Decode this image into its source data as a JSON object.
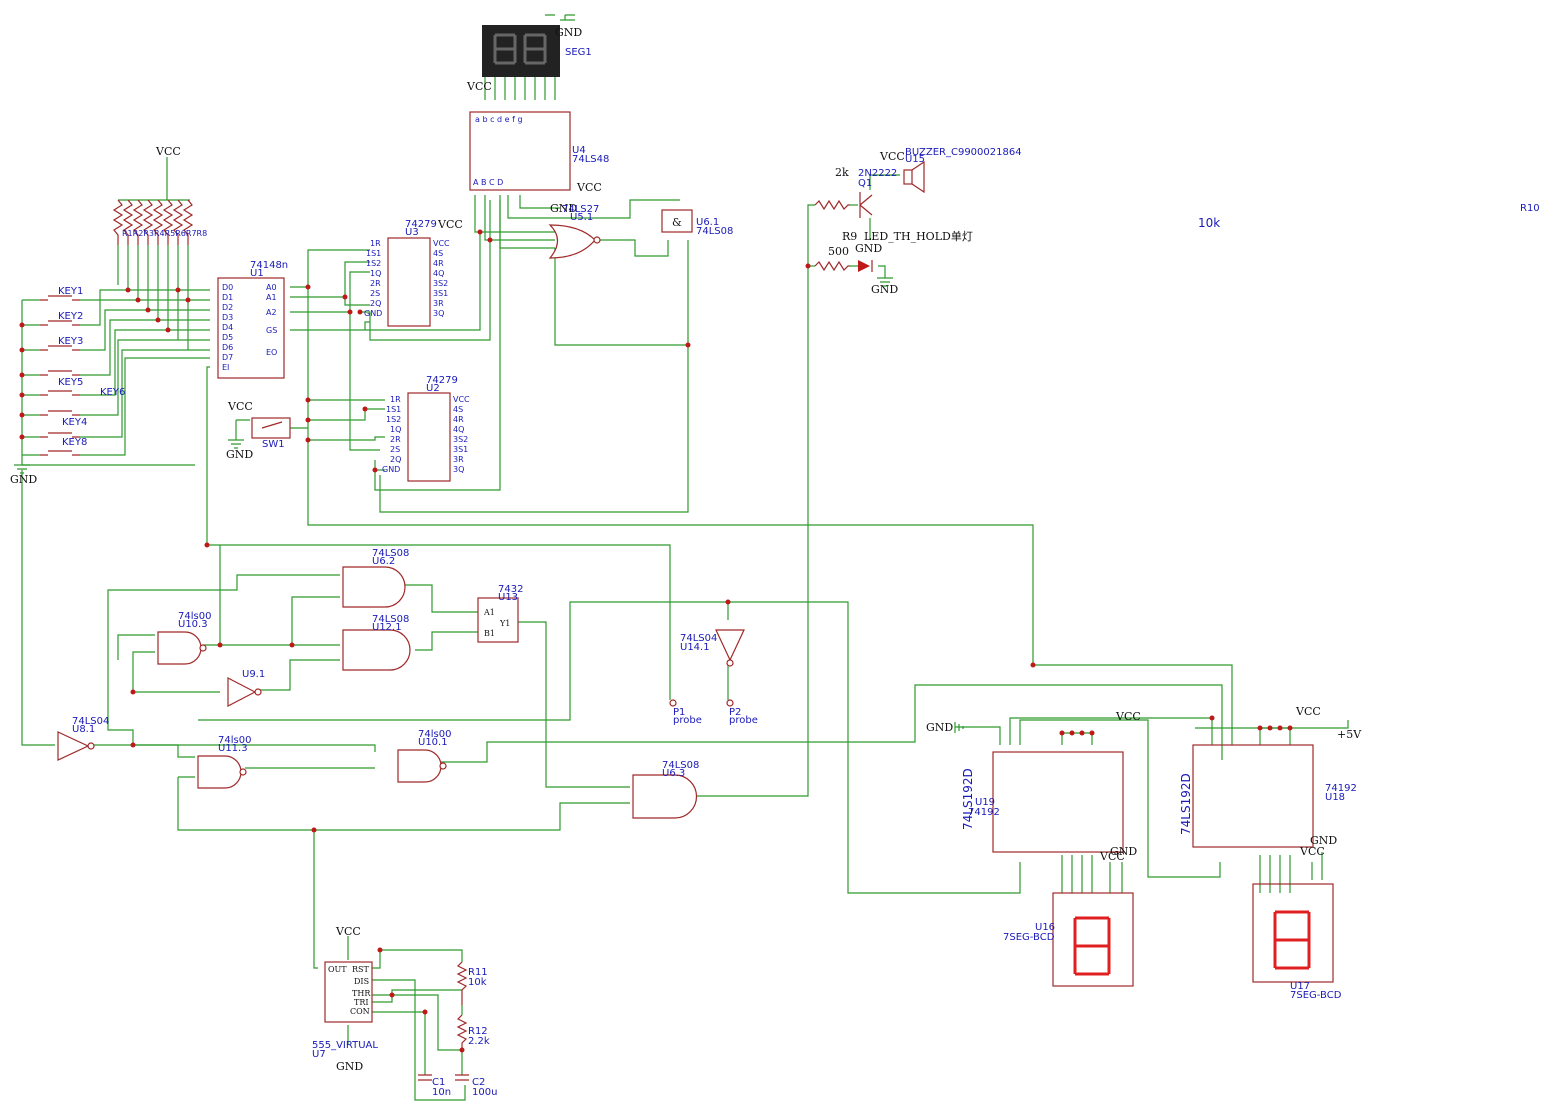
{
  "labels": {
    "gnd": "GND",
    "vcc": "VCC",
    "p5v": "+5V",
    "r10": "R10",
    "r10_value": "10k",
    "seg1": "SEG1",
    "u4_name": "U4",
    "u4_type": "74LS48",
    "u5_name": "U5.1",
    "u5_type": "74LS27",
    "u61_name": "U6.1",
    "u61_type": "74LS08",
    "u1_type": "74148n",
    "u1_name": "U1",
    "u3_type": "74279",
    "u3_name": "U3",
    "u2_type": "74279",
    "u2_name": "U2",
    "sw1": "SW1",
    "resnet": "R1R2R3R4R5R6R7R8",
    "buzzer": "BUZZER_C9900021864",
    "u15": "U15",
    "q1": "Q1",
    "q1_type": "2N2222",
    "r_2k": "2k",
    "r9": "R9",
    "led": "LED_TH_HOLD单灯",
    "r_500": "500",
    "u62_type": "74LS08",
    "u62_name": "U6.2",
    "u121_type": "74LS08",
    "u121_name": "U12.1",
    "u13_type": "7432",
    "u13_name": "U13",
    "u103_type": "74ls00",
    "u103_name": "U10.3",
    "u91": "U9.1",
    "u141_type": "74LS04",
    "u141_name": "U14.1",
    "p1": "P1",
    "p2": "P2",
    "probe": "probe",
    "u81_type": "74LS04",
    "u81_name": "U8.1",
    "u113_type": "74ls00",
    "u113_name": "U11.3",
    "u101_type": "74ls00",
    "u101_name": "U10.1",
    "u63_type": "74LS08",
    "u63_name": "U6.3",
    "u19_big": "74LS192D",
    "u19_name": "U19",
    "u19_type": "74192",
    "u18_big": "74LS192D",
    "u18_name": "U18",
    "u18_type": "74192",
    "u16_name": "U16",
    "u16_type": "7SEG-BCD",
    "u17_name": "U17",
    "u17_type": "7SEG-BCD",
    "u7_type": "555_VIRTUAL",
    "u7_name": "U7",
    "r11": "R11",
    "r11_value": "10k",
    "r12": "R12",
    "r12_value": "2.2k",
    "c1": "C1",
    "c1_value": "10n",
    "c2": "C2",
    "c2_value": "100u",
    "keys": [
      "KEY1",
      "KEY2",
      "KEY3",
      "KEY5",
      "KEY6",
      "KEY4",
      "KEY8"
    ]
  }
}
